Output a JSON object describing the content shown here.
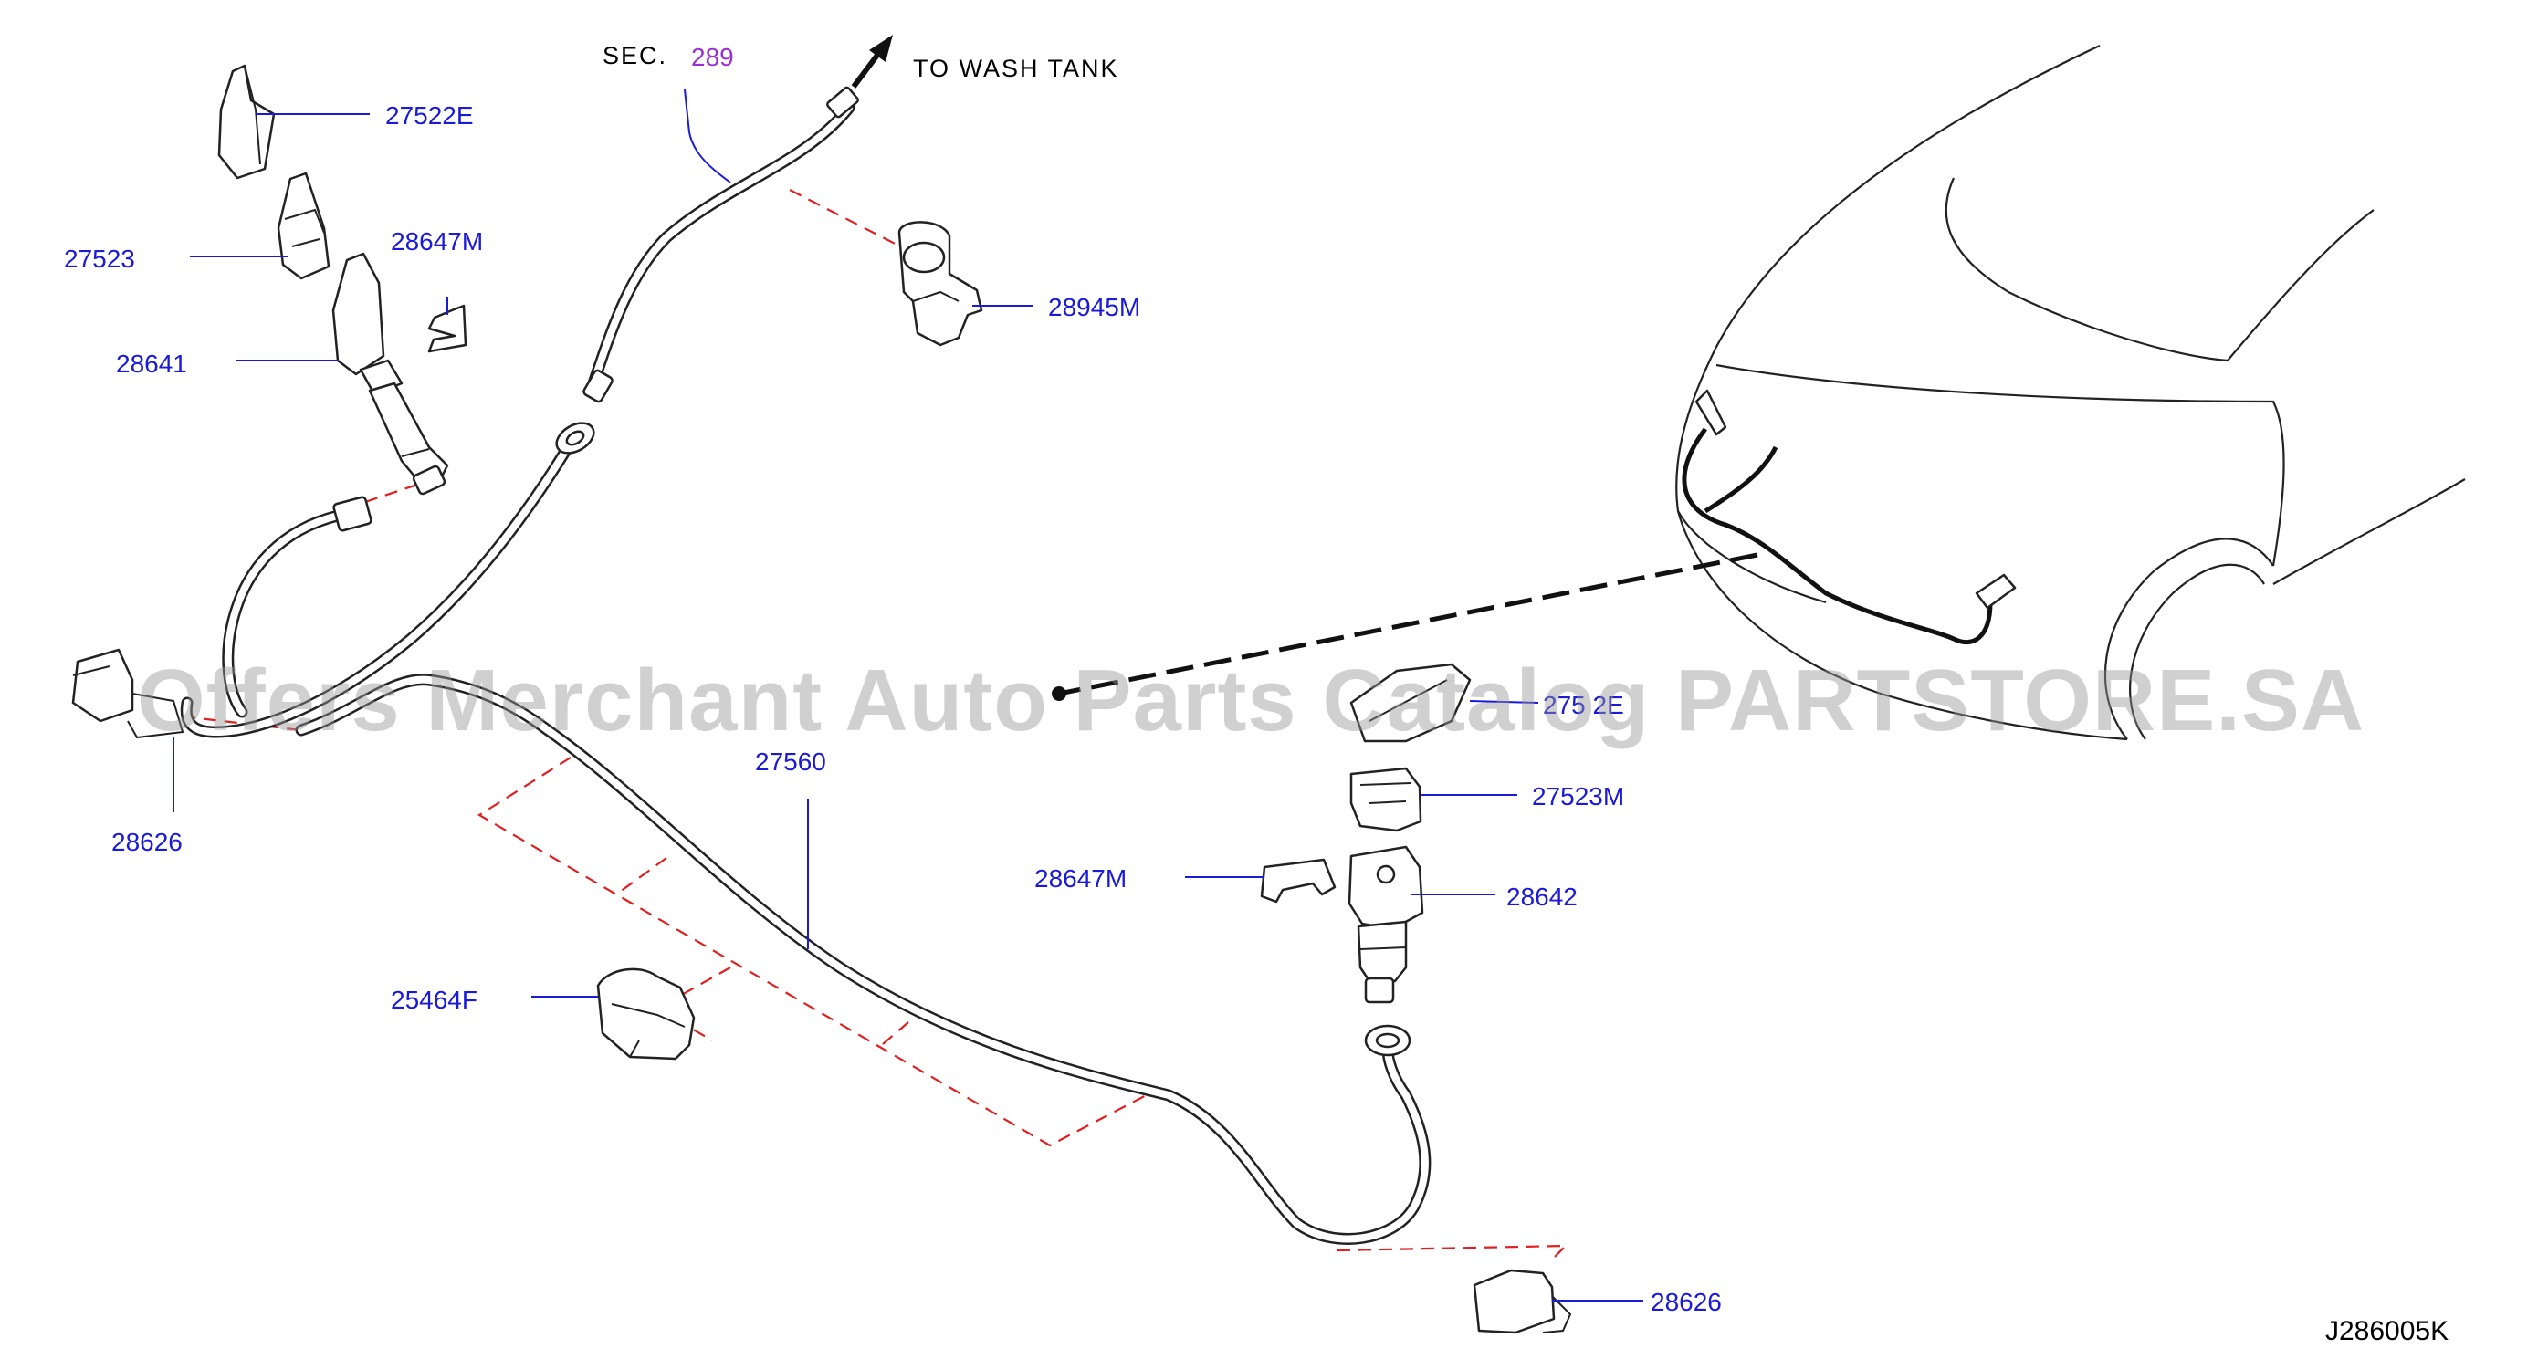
{
  "diagram": {
    "sec_label": "SEC.",
    "sec_number": "289",
    "to_wash_tank": "TO  WASH  TANK",
    "diagram_code": "J286005K",
    "watermark": "Offers Merchant Auto Parts Catalog PARTSTORE.SA",
    "parts": {
      "p27522E": "27522E",
      "p27523": "27523",
      "p28647M_top": "28647M",
      "p28641": "28641",
      "p28945M": "28945M",
      "p28626_left": "28626",
      "p27560": "27560",
      "p25464F": "25464F",
      "p27522_partial": "275  2E",
      "p27523M": "27523M",
      "p28647M_bottom": "28647M",
      "p28642": "28642",
      "p28626_bottom": "28626"
    }
  }
}
